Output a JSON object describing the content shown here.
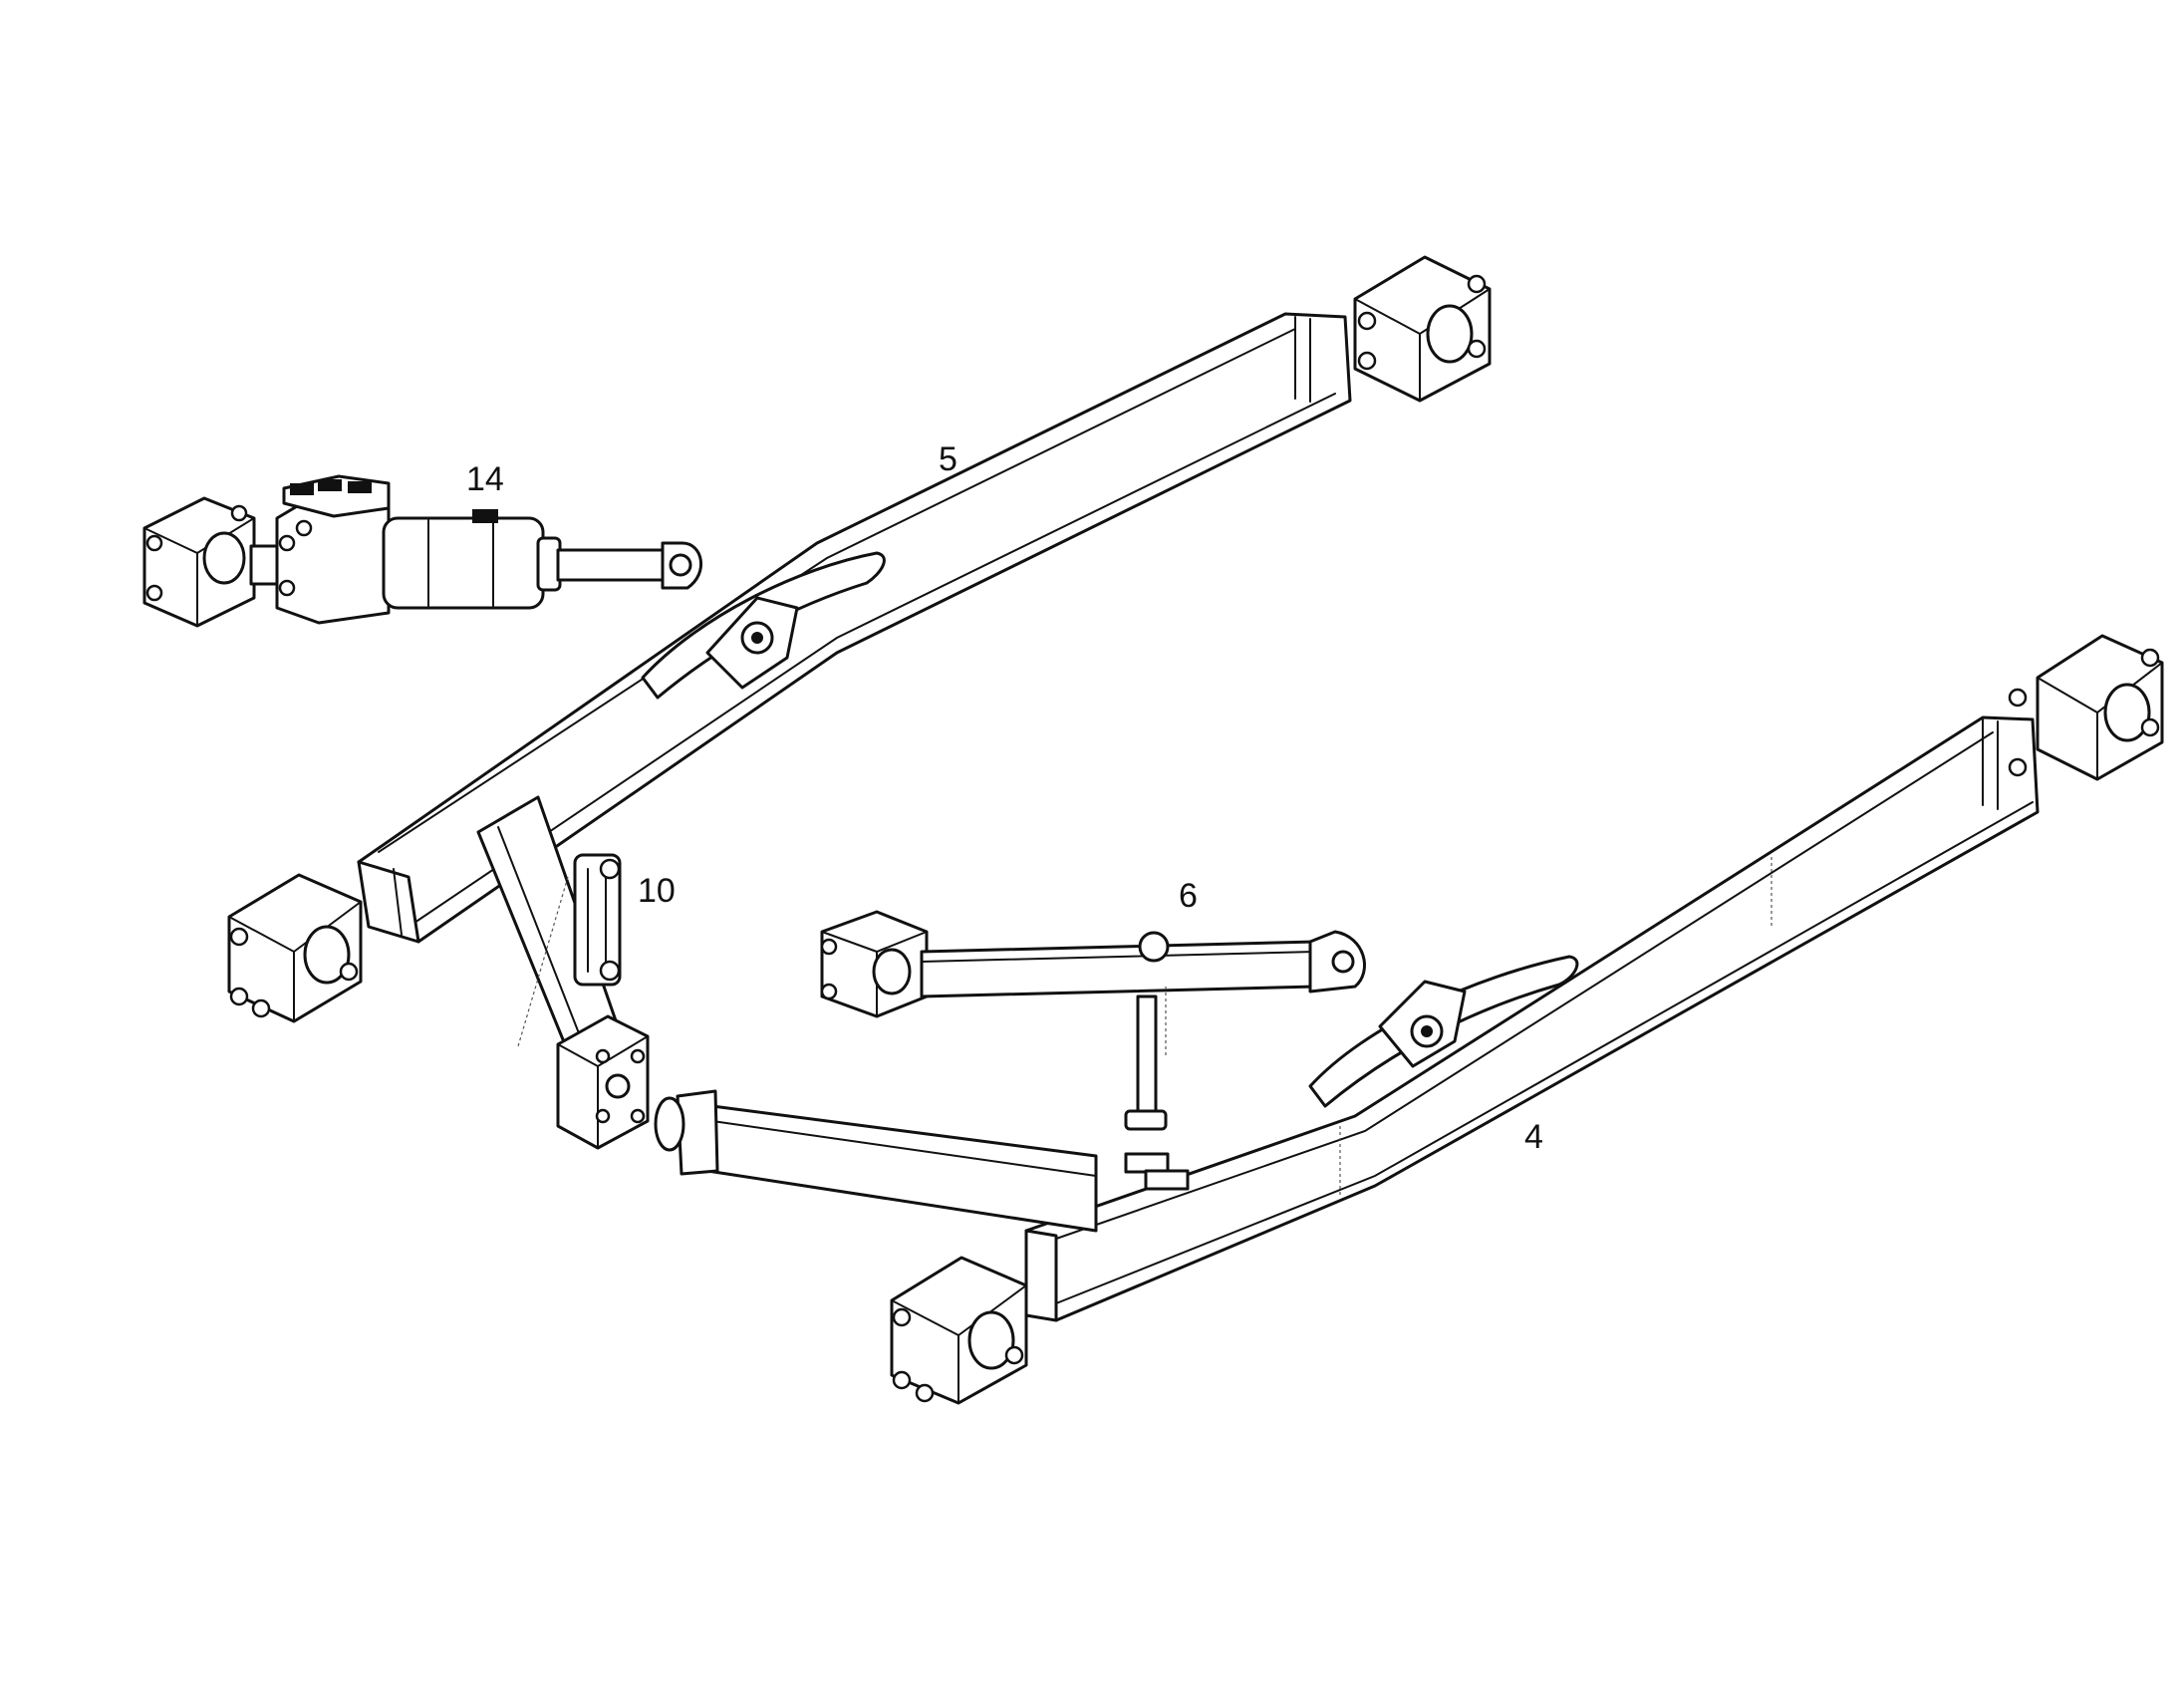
{
  "diagram": {
    "callouts": {
      "top_arm": "5",
      "lower_arm": "4",
      "lift_cylinder": "14",
      "link": "10",
      "stabilizer": "6"
    }
  }
}
